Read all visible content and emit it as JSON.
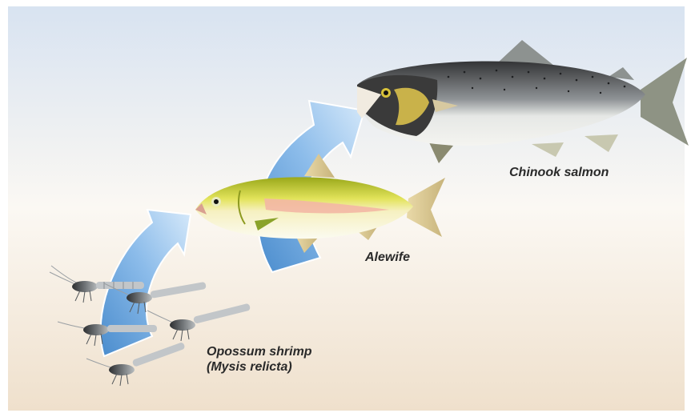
{
  "labels": {
    "chinook": "Chinook salmon",
    "alewife": "Alewife",
    "shrimp_line1": "Opossum shrimp",
    "shrimp_line2": "(Mysis relicta)"
  },
  "colors": {
    "sky_top": "#dfe8f4",
    "sand_bottom": "#f1e4d2",
    "arrow_light": "#9ec8ee",
    "arrow_dark": "#4f8fd0",
    "salmon_back": "#3c3c3e",
    "salmon_belly": "#eef0ee",
    "alewife_back": "#c9cf2a",
    "alewife_stripe": "#f4b8a8"
  },
  "icons": [
    "shrimp-icon",
    "alewife-fish-icon",
    "chinook-salmon-icon",
    "food-chain-arrow-icon"
  ]
}
